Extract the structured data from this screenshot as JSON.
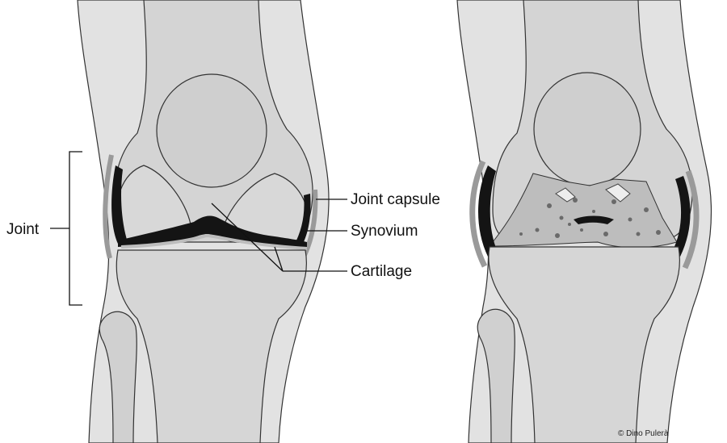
{
  "labels": {
    "joint": "Joint",
    "joint_capsule": "Joint capsule",
    "synovium": "Synovium",
    "cartilage": "Cartilage"
  },
  "credit": "© Dino Pulerà",
  "colors": {
    "background": "#ffffff",
    "skin": "#e2e2e2",
    "bone": "#d2d2d2",
    "bone_light": "#dcdcdc",
    "patella": "#cfcfcf",
    "joint_space": "#141414",
    "capsule": "#9a9a9a",
    "eroded_cartilage": "#bdbdbd"
  }
}
